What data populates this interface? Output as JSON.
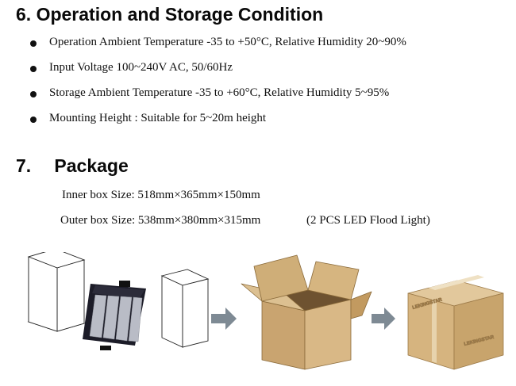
{
  "section6": {
    "number": "6.",
    "title": "Operation and Storage Condition",
    "bullets": [
      "Operation Ambient Temperature -35 to +50°C, Relative Humidity 20~90%",
      "Input Voltage 100~240V AC, 50/60Hz",
      "Storage Ambient Temperature -35 to +60°C, Relative Humidity 5~95%",
      "Mounting Height : Suitable for 5~20m height"
    ]
  },
  "section7": {
    "number": "7.",
    "title": "Package",
    "inner_box": "Inner box Size: 518mm×365mm×150mm",
    "outer_box": "Outer box Size: 538mm×380mm×315mm",
    "outer_note": "(2 PCS LED Flood Light)"
  },
  "illustration": {
    "brand_label": "LEKINGSTAR",
    "colors": {
      "cardboard": "#d8b98a",
      "cardboard_dark": "#c49c62",
      "arrow": "#7e8a94",
      "light_body": "#1c1c28"
    },
    "icons": [
      "open-box-icon",
      "flood-light-icon",
      "arrow-right-icon",
      "open-carton-icon",
      "sealed-carton-icon"
    ]
  }
}
